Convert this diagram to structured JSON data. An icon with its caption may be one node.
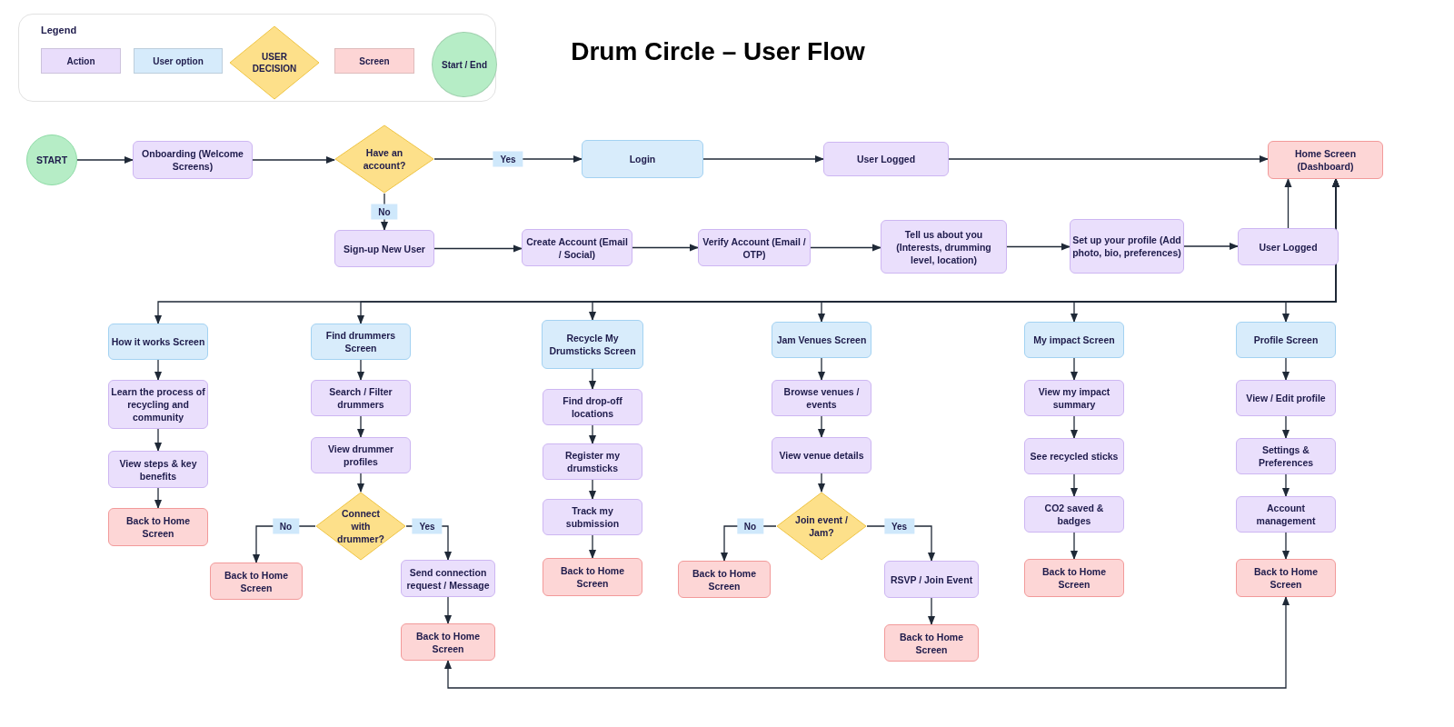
{
  "diagram": {
    "title": "Drum Circle – User Flow",
    "nodes": [
      {
        "text": [
          "START"
        ]
      },
      {
        "text": [
          "Onboarding (Welcome Screens)"
        ]
      },
      {
        "text": [
          "Have an account?"
        ]
      },
      {
        "text": [
          "Login"
        ]
      },
      {
        "text": [
          "User Logged"
        ]
      },
      {
        "text": [
          "Home Screen (Dashboard)"
        ]
      },
      {
        "text": [
          "Sign-up New User"
        ]
      },
      {
        "text": [
          "Create Account (Email / Social)"
        ]
      },
      {
        "text": [
          "Verify Account (Email / OTP)"
        ]
      },
      {
        "text": [
          "Tell us about you (Interests, drumming level, location)"
        ]
      },
      {
        "text": [
          "Set up your profile (Add photo, bio, preferences)"
        ]
      },
      {
        "text": [
          "User Logged"
        ]
      },
      {
        "text": [
          "How it works Screen"
        ]
      },
      {
        "text": [
          "Learn the process of recycling and community"
        ]
      },
      {
        "text": [
          "View steps & key benefits"
        ]
      },
      {
        "text": [
          "Back to Home Screen"
        ]
      },
      {
        "text": [
          "Find drummers Screen"
        ]
      },
      {
        "text": [
          "Search / Filter drummers"
        ]
      },
      {
        "text": [
          "View drummer profiles"
        ]
      },
      {
        "text": [
          "Connect with drummer?"
        ]
      },
      {
        "text": [
          "Back to Home Screen"
        ]
      },
      {
        "text": [
          "Send connection request / Message"
        ]
      },
      {
        "text": [
          "Back to Home Screen"
        ]
      },
      {
        "text": [
          "Recycle My Drumsticks Screen"
        ]
      },
      {
        "text": [
          "Find drop-off locations"
        ]
      },
      {
        "text": [
          "Register my drumsticks"
        ]
      },
      {
        "text": [
          "Track my submission"
        ]
      },
      {
        "text": [
          "Back to Home Screen"
        ]
      },
      {
        "text": [
          "Jam Venues Screen"
        ]
      },
      {
        "text": [
          "Browse venues / events"
        ]
      },
      {
        "text": [
          "View venue details"
        ]
      },
      {
        "text": [
          "Join event / Jam?"
        ]
      },
      {
        "text": [
          "Back to Home Screen"
        ]
      },
      {
        "text": [
          "RSVP / Join Event"
        ]
      },
      {
        "text": [
          "Back to Home Screen"
        ]
      },
      {
        "text": [
          "My impact Screen"
        ]
      },
      {
        "text": [
          "View my impact summary"
        ]
      },
      {
        "text": [
          "See recycled sticks"
        ]
      },
      {
        "text": [
          "CO2 saved & badges"
        ]
      },
      {
        "text": [
          "Back to Home Screen"
        ]
      },
      {
        "text": [
          "Profile Screen"
        ]
      },
      {
        "text": [
          "View / Edit profile"
        ]
      },
      {
        "text": [
          "Settings & Preferences"
        ]
      },
      {
        "text": [
          "Account management"
        ]
      },
      {
        "text": [
          "Back to Home Screen"
        ]
      }
    ],
    "edges": [
      {
        "from": 0,
        "to": 1,
        "arrow": "to"
      },
      {
        "from": 1,
        "to": 2,
        "arrow": "to"
      },
      {
        "from": 2,
        "to": 3,
        "arrow": "to",
        "label": "Yes"
      },
      {
        "from": 3,
        "to": 4,
        "arrow": "to"
      },
      {
        "from": 4,
        "to": 5,
        "arrow": "to"
      },
      {
        "from": 2,
        "to": 6,
        "arrow": "to",
        "label": "No"
      },
      {
        "from": 6,
        "to": 7,
        "arrow": "to"
      },
      {
        "from": 7,
        "to": 8,
        "arrow": "to"
      },
      {
        "from": 8,
        "to": 9,
        "arrow": "to"
      },
      {
        "from": 9,
        "to": 10,
        "arrow": "to"
      },
      {
        "from": 10,
        "to": 11,
        "arrow": "to"
      },
      {
        "from": 11,
        "to": 5,
        "arrow": "to"
      },
      {
        "from": 5,
        "to": 12,
        "arrow": "both"
      },
      {
        "from": 5,
        "to": 16,
        "arrow": "both"
      },
      {
        "from": 5,
        "to": 23,
        "arrow": "both"
      },
      {
        "from": 5,
        "to": 28,
        "arrow": "both"
      },
      {
        "from": 5,
        "to": 35,
        "arrow": "both"
      },
      {
        "from": 5,
        "to": 40,
        "arrow": "both"
      },
      {
        "from": 12,
        "to": 13,
        "arrow": "to"
      },
      {
        "from": 13,
        "to": 14,
        "arrow": "to"
      },
      {
        "from": 14,
        "to": 15,
        "arrow": "to"
      },
      {
        "from": 16,
        "to": 17,
        "arrow": "to"
      },
      {
        "from": 17,
        "to": 18,
        "arrow": "to"
      },
      {
        "from": 18,
        "to": 19,
        "arrow": "to"
      },
      {
        "from": 19,
        "to": 20,
        "arrow": "to",
        "label": "No"
      },
      {
        "from": 19,
        "to": 21,
        "arrow": "to",
        "label": "Yes"
      },
      {
        "from": 21,
        "to": 22,
        "arrow": "to"
      },
      {
        "from": 23,
        "to": 24,
        "arrow": "to"
      },
      {
        "from": 24,
        "to": 25,
        "arrow": "to"
      },
      {
        "from": 25,
        "to": 26,
        "arrow": "to"
      },
      {
        "from": 26,
        "to": 27,
        "arrow": "to"
      },
      {
        "from": 28,
        "to": 29,
        "arrow": "to"
      },
      {
        "from": 29,
        "to": 30,
        "arrow": "to"
      },
      {
        "from": 30,
        "to": 31,
        "arrow": "to"
      },
      {
        "from": 31,
        "to": 32,
        "arrow": "to",
        "label": "No"
      },
      {
        "from": 31,
        "to": 33,
        "arrow": "to",
        "label": "Yes"
      },
      {
        "from": 33,
        "to": 34,
        "arrow": "to"
      },
      {
        "from": 35,
        "to": 36,
        "arrow": "to"
      },
      {
        "from": 36,
        "to": 37,
        "arrow": "to"
      },
      {
        "from": 37,
        "to": 38,
        "arrow": "to"
      },
      {
        "from": 38,
        "to": 39,
        "arrow": "to"
      },
      {
        "from": 40,
        "to": 41,
        "arrow": "to"
      },
      {
        "from": 41,
        "to": 42,
        "arrow": "to"
      },
      {
        "from": 42,
        "to": 43,
        "arrow": "to"
      },
      {
        "from": 43,
        "to": 44,
        "arrow": "to"
      },
      {
        "from": 22,
        "to": 44,
        "arrow": "both"
      }
    ],
    "labels": [
      "Legend"
    ],
    "legend": [
      {
        "text": "Action",
        "color": "#e9ddfb"
      },
      {
        "text": "User option",
        "color": "#d6ebfb"
      },
      {
        "text": "USER DECISION",
        "color": "#fde08a"
      },
      {
        "text": "Screen",
        "color": "#fdd5d5"
      },
      {
        "text": "Start / End",
        "color": "#b6edc6"
      }
    ]
  }
}
